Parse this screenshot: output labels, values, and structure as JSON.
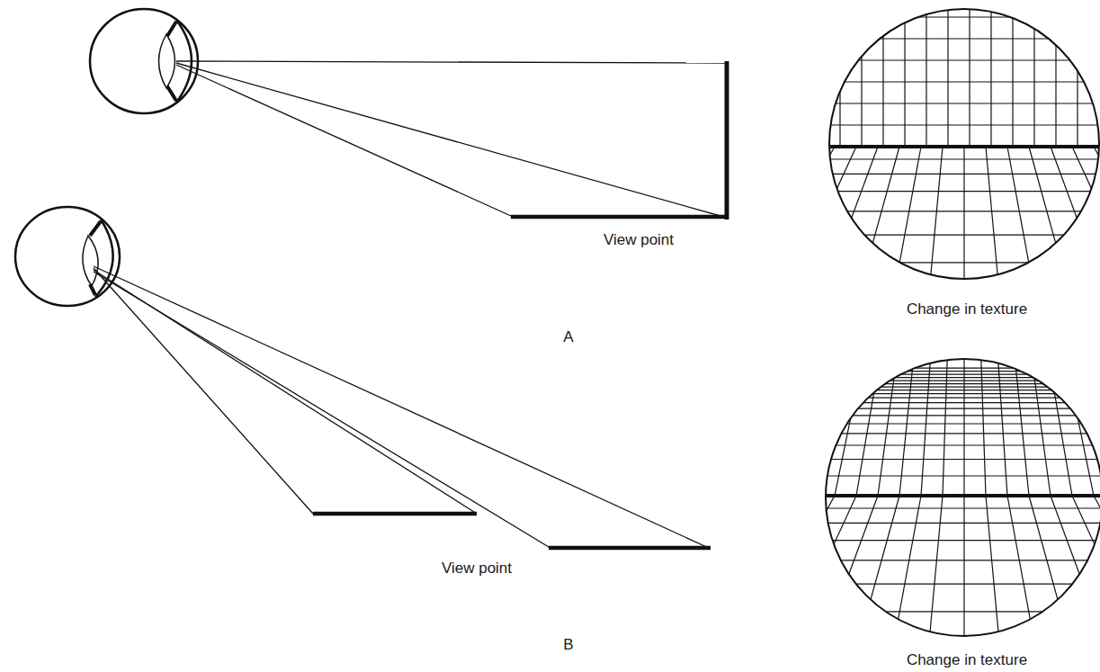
{
  "diagram": {
    "labels": [
      "View point",
      "Change in texture",
      "A",
      "View point",
      "B",
      "Change in texture"
    ]
  }
}
